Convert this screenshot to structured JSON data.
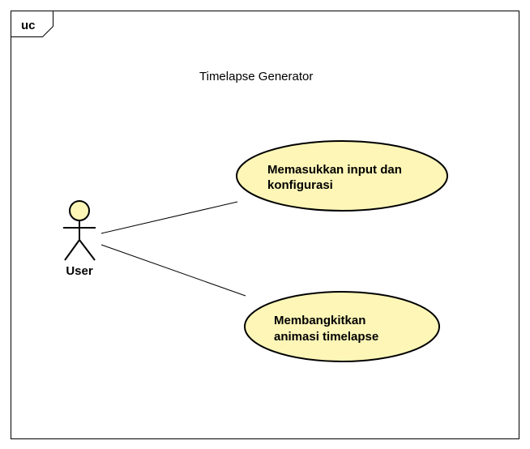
{
  "diagram": {
    "frame_label": "uc",
    "system_title": "Timelapse Generator",
    "actor": {
      "name": "User"
    },
    "use_cases": [
      {
        "line1": "Memasukkan input dan",
        "line2": "konfigurasi"
      },
      {
        "line1": "Membangkitkan",
        "line2": "animasi timelapse"
      }
    ]
  },
  "colors": {
    "usecase_fill": "#fdf6b7",
    "actor_head_fill": "#fdf6b7",
    "stroke": "#000000",
    "background": "#ffffff"
  }
}
